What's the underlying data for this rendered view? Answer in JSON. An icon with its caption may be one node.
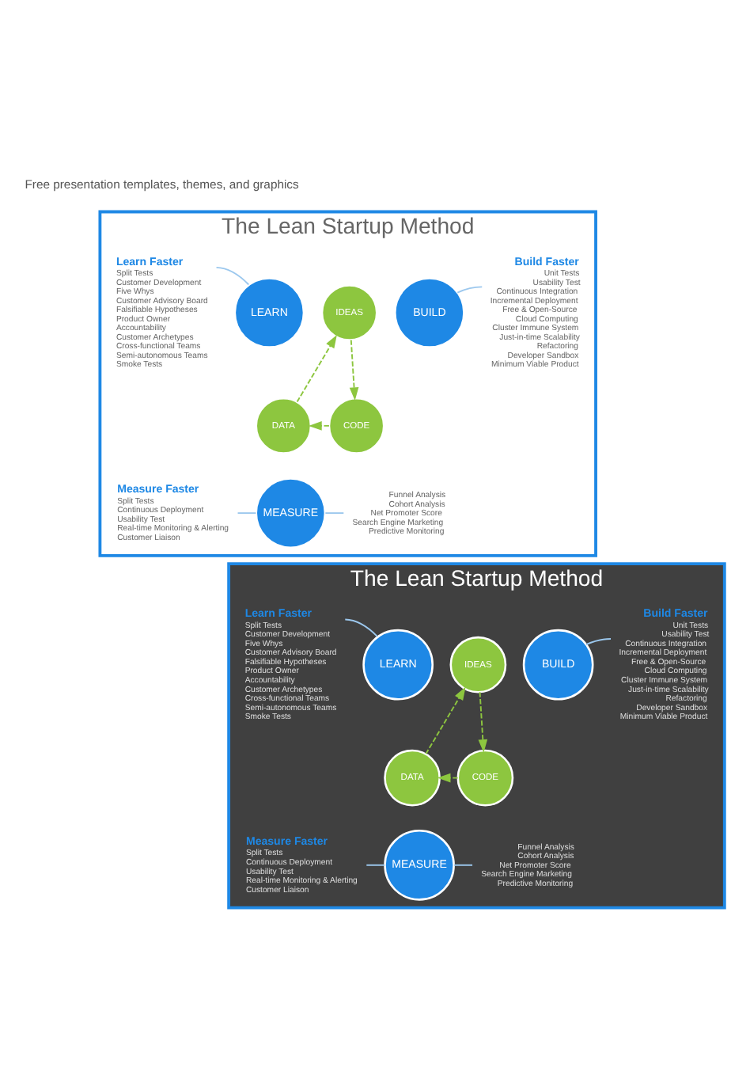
{
  "diagram": {
    "nodes": [
      {
        "text": [
          "The Lean Startup Method"
        ]
      },
      {
        "text": [
          "Learn Faster",
          "Split Tests",
          "Customer Development",
          "Five Whys",
          "Customer Advisory Board",
          "Falsifiable Hypotheses",
          "Product Owner",
          "Accountability",
          "Customer Archetypes",
          "Cross-functional Teams",
          "Semi-autonomous Teams",
          "Smoke Tests"
        ],
        "in": 0
      },
      {
        "text": [
          "LEARN"
        ],
        "in": 0
      },
      {
        "text": [
          "IDEAS"
        ],
        "in": 0
      },
      {
        "text": [
          "BUILD"
        ],
        "in": 0
      },
      {
        "text": [
          "Build Faster",
          "Unit Tests",
          "Usability Test",
          "Continuous Integration",
          "Incremental Deployment",
          "Free & Open-Source",
          "Cloud Computing",
          "Cluster Immune System",
          "Just-in-time Scalability",
          "Refactoring",
          "Developer Sandbox",
          "Minimum Viable Product"
        ],
        "in": 0
      },
      {
        "text": [
          "DATA"
        ],
        "in": 0
      },
      {
        "text": [
          "CODE"
        ],
        "in": 0
      },
      {
        "text": [
          "Measure Faster",
          "Split Tests",
          "Continuous Deployment",
          "Usability Test",
          "Real-time Monitoring & Alerting",
          "Customer Liaison"
        ],
        "in": 0
      },
      {
        "text": [
          "MEASURE"
        ],
        "in": 0
      },
      {
        "text": [
          "Funnel Analysis",
          "Cohort Analysis",
          "Net Promoter Score",
          "Search Engine Marketing",
          "Predictive Monitoring"
        ],
        "in": 0
      },
      {
        "text": [
          "The Lean Startup Method"
        ]
      },
      {
        "text": [
          "Learn Faster",
          "Split Tests",
          "Customer Development",
          "Five Whys",
          "Customer Advisory Board",
          "Falsifiable Hypotheses",
          "Product Owner",
          "Accountability",
          "Customer Archetypes",
          "Cross-functional Teams",
          "Semi-autonomous Teams",
          "Smoke Tests"
        ],
        "in": 11
      },
      {
        "text": [
          "LEARN"
        ],
        "in": 11
      },
      {
        "text": [
          "IDEAS"
        ],
        "in": 11
      },
      {
        "text": [
          "BUILD"
        ],
        "in": 11
      },
      {
        "text": [
          "Build Faster",
          "Unit Tests",
          "Usability Test",
          "Continuous Integration",
          "Incremental Deployment",
          "Free & Open-Source",
          "Cloud Computing",
          "Cluster Immune System",
          "Just-in-time Scalability",
          "Refactoring",
          "Developer Sandbox",
          "Minimum Viable Product"
        ],
        "in": 11
      },
      {
        "text": [
          "DATA"
        ],
        "in": 11
      },
      {
        "text": [
          "CODE"
        ],
        "in": 11
      },
      {
        "text": [
          "Measure Faster",
          "Split Tests",
          "Continuous Deployment",
          "Usability Test",
          "Real-time Monitoring & Alerting",
          "Customer Liaison"
        ],
        "in": 11
      },
      {
        "text": [
          "MEASURE"
        ],
        "in": 11
      },
      {
        "text": [
          "Funnel Analysis",
          "Cohort Analysis",
          "Net Promoter Score",
          "Search Engine Marketing",
          "Predictive Monitoring"
        ],
        "in": 11
      }
    ],
    "edges": [
      {
        "from": 1,
        "to": 2,
        "arrow": "none"
      },
      {
        "from": 4,
        "to": 5,
        "arrow": "none"
      },
      {
        "from": 3,
        "to": 7,
        "arrow": "to",
        "style": "dashed",
        "color": "#8dc63f"
      },
      {
        "from": 7,
        "to": 6,
        "arrow": "to",
        "style": "dashed",
        "color": "#8dc63f"
      },
      {
        "from": 6,
        "to": 3,
        "arrow": "to",
        "style": "dashed",
        "color": "#8dc63f"
      },
      {
        "from": 8,
        "to": 9,
        "arrow": "none"
      },
      {
        "from": 9,
        "to": 10,
        "arrow": "none"
      },
      {
        "from": 12,
        "to": 13,
        "arrow": "none"
      },
      {
        "from": 15,
        "to": 16,
        "arrow": "none"
      },
      {
        "from": 14,
        "to": 18,
        "arrow": "to",
        "style": "dashed",
        "color": "#8dc63f"
      },
      {
        "from": 18,
        "to": 17,
        "arrow": "to",
        "style": "dashed",
        "color": "#8dc63f"
      },
      {
        "from": 17,
        "to": 14,
        "arrow": "to",
        "style": "dashed",
        "color": "#8dc63f"
      },
      {
        "from": 19,
        "to": 20,
        "arrow": "none"
      },
      {
        "from": 20,
        "to": 21,
        "arrow": "none"
      }
    ],
    "labels": [
      "Free presentation templates, themes, and graphics"
    ]
  }
}
